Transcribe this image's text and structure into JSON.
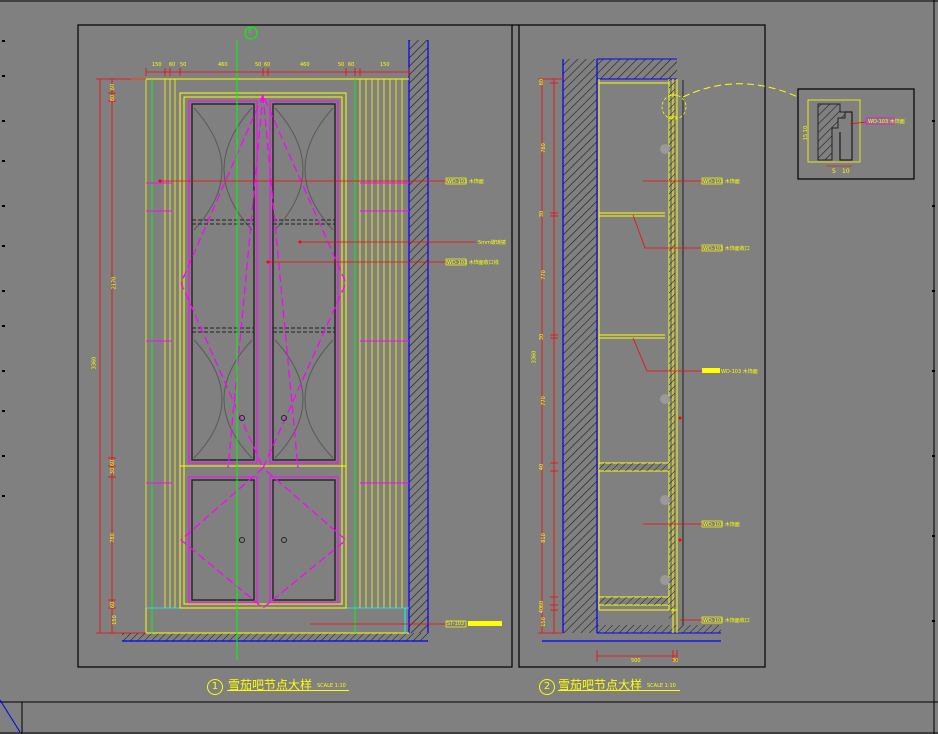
{
  "drawing": {
    "left": {
      "number": "1",
      "title": "雪茄吧节点大样",
      "scale": "SCALE 1:10",
      "dims_top": [
        "150",
        "60",
        "50",
        "460",
        "50",
        "60",
        "460",
        "50",
        "60",
        "150"
      ],
      "dims_left": [
        "60",
        "80",
        "2170",
        "60",
        "30",
        "780",
        "60",
        "150"
      ],
      "total_height": "3360",
      "callouts": [
        "WD-103 木饰面",
        "5mm玻璃镜",
        "WD-103 木饰面收口线",
        "ST-103"
      ]
    },
    "right": {
      "number": "2",
      "title": "雪茄吧节点大样",
      "scale": "SCALE 1:10",
      "dims_left": [
        "60",
        "780",
        "30",
        "770",
        "30",
        "770",
        "40",
        "810",
        "60",
        "40",
        "150"
      ],
      "total_height": "3360",
      "dims_bottom": [
        "500",
        "30"
      ],
      "callouts": [
        "WD-103 木饰面",
        "WD-103 木饰面收口",
        "WD-103 木饰面",
        "WD-103 木饰面",
        "WD-103 木饰面收口"
      ]
    },
    "detail": {
      "callout": "WD-103 木饰面",
      "dims": [
        "5",
        "10"
      ],
      "dims_side": [
        "10",
        "15"
      ]
    },
    "axis_marker": "B"
  },
  "colors": {
    "background": "#808080",
    "yellow": "#ffff00",
    "magenta": "#ff00ff",
    "green": "#00ff00",
    "red": "#ff0000",
    "blue": "#0000ff",
    "black": "#000000"
  }
}
